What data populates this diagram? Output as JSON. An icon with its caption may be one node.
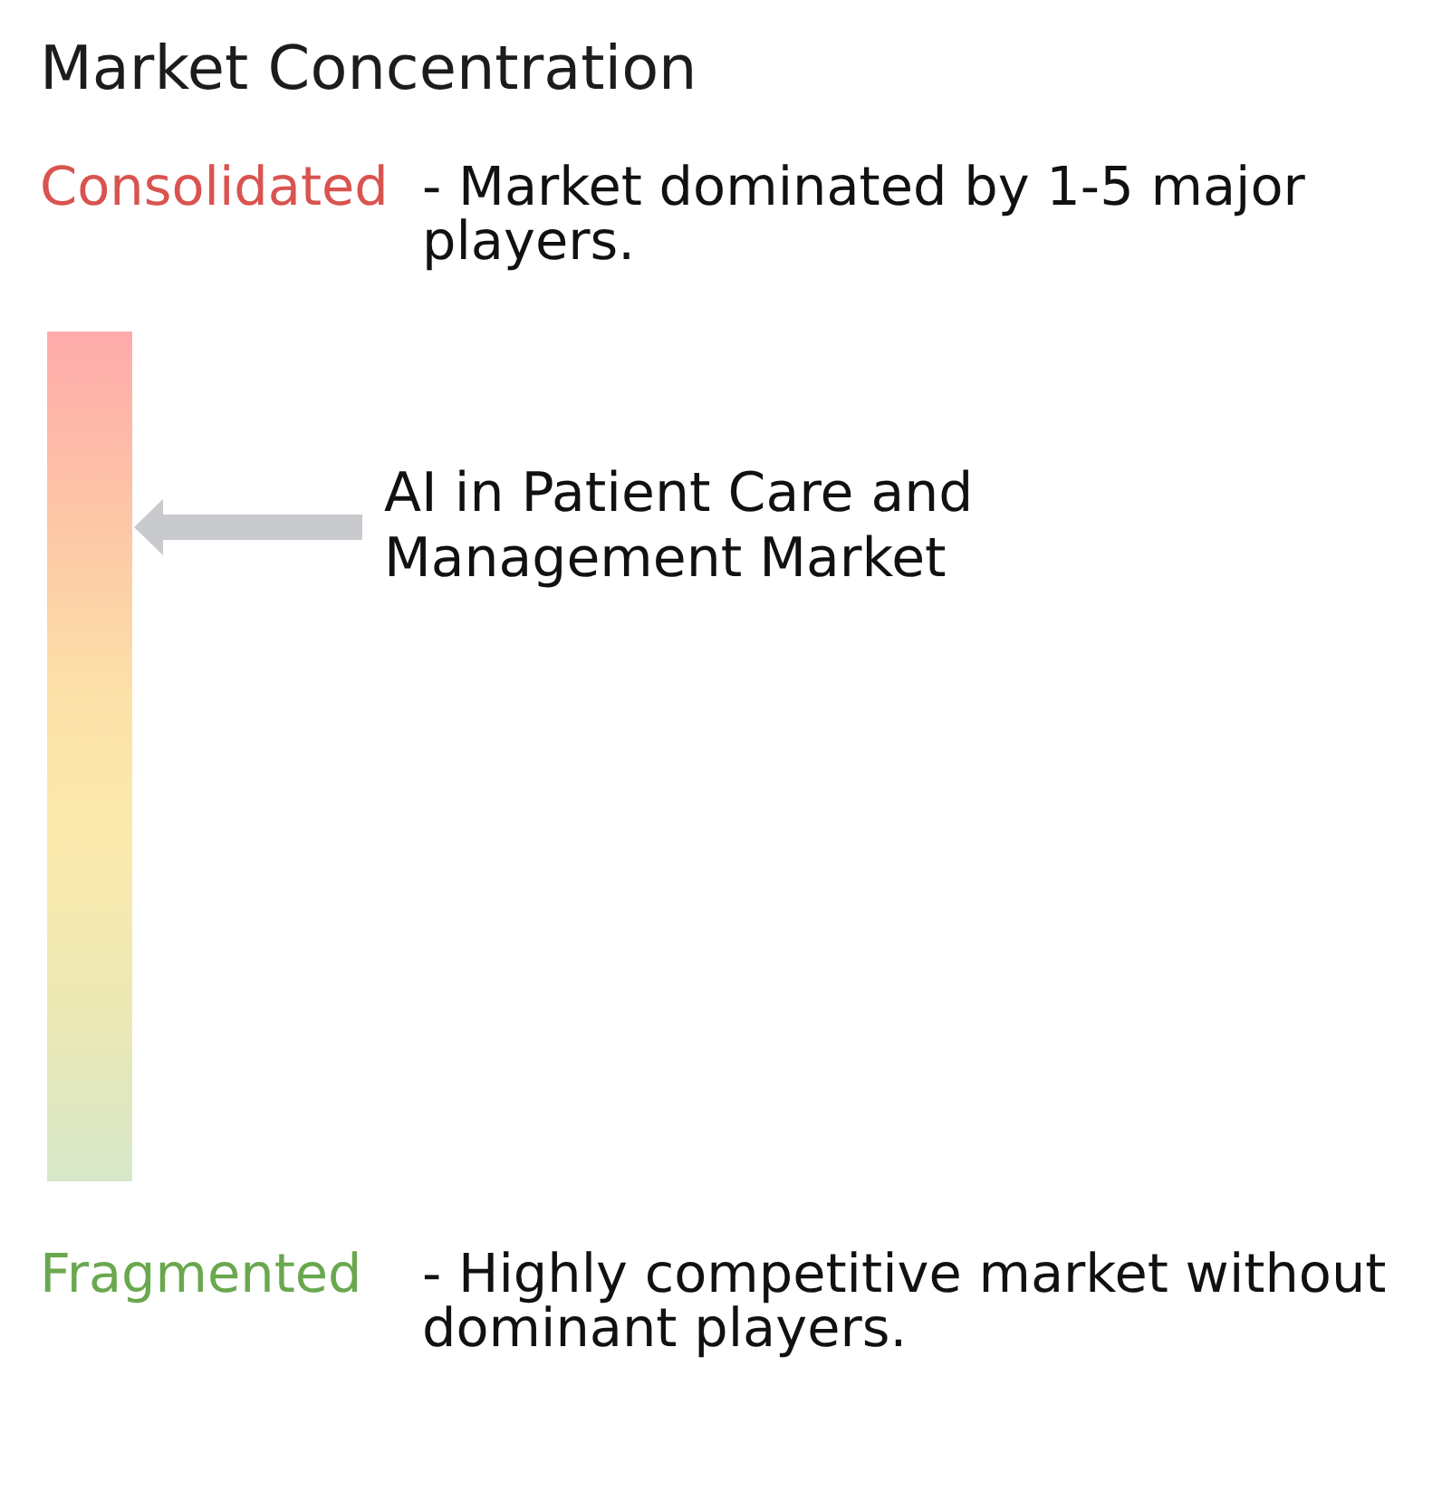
{
  "diagram": {
    "title": "Market Concentration",
    "nodes": [
      {
        "text": [],
        "shape": "bar"
      },
      {
        "text": [
          "AI in Patient Care and Management Market"
        ]
      }
    ],
    "edges": [
      {
        "from": 1,
        "to": 0,
        "arrow": "to"
      }
    ],
    "labels": [
      "Consolidated",
      "- Market dominated by 1-5 major players.",
      "Fragmented",
      "- Highly competitive market without dominant players."
    ]
  }
}
